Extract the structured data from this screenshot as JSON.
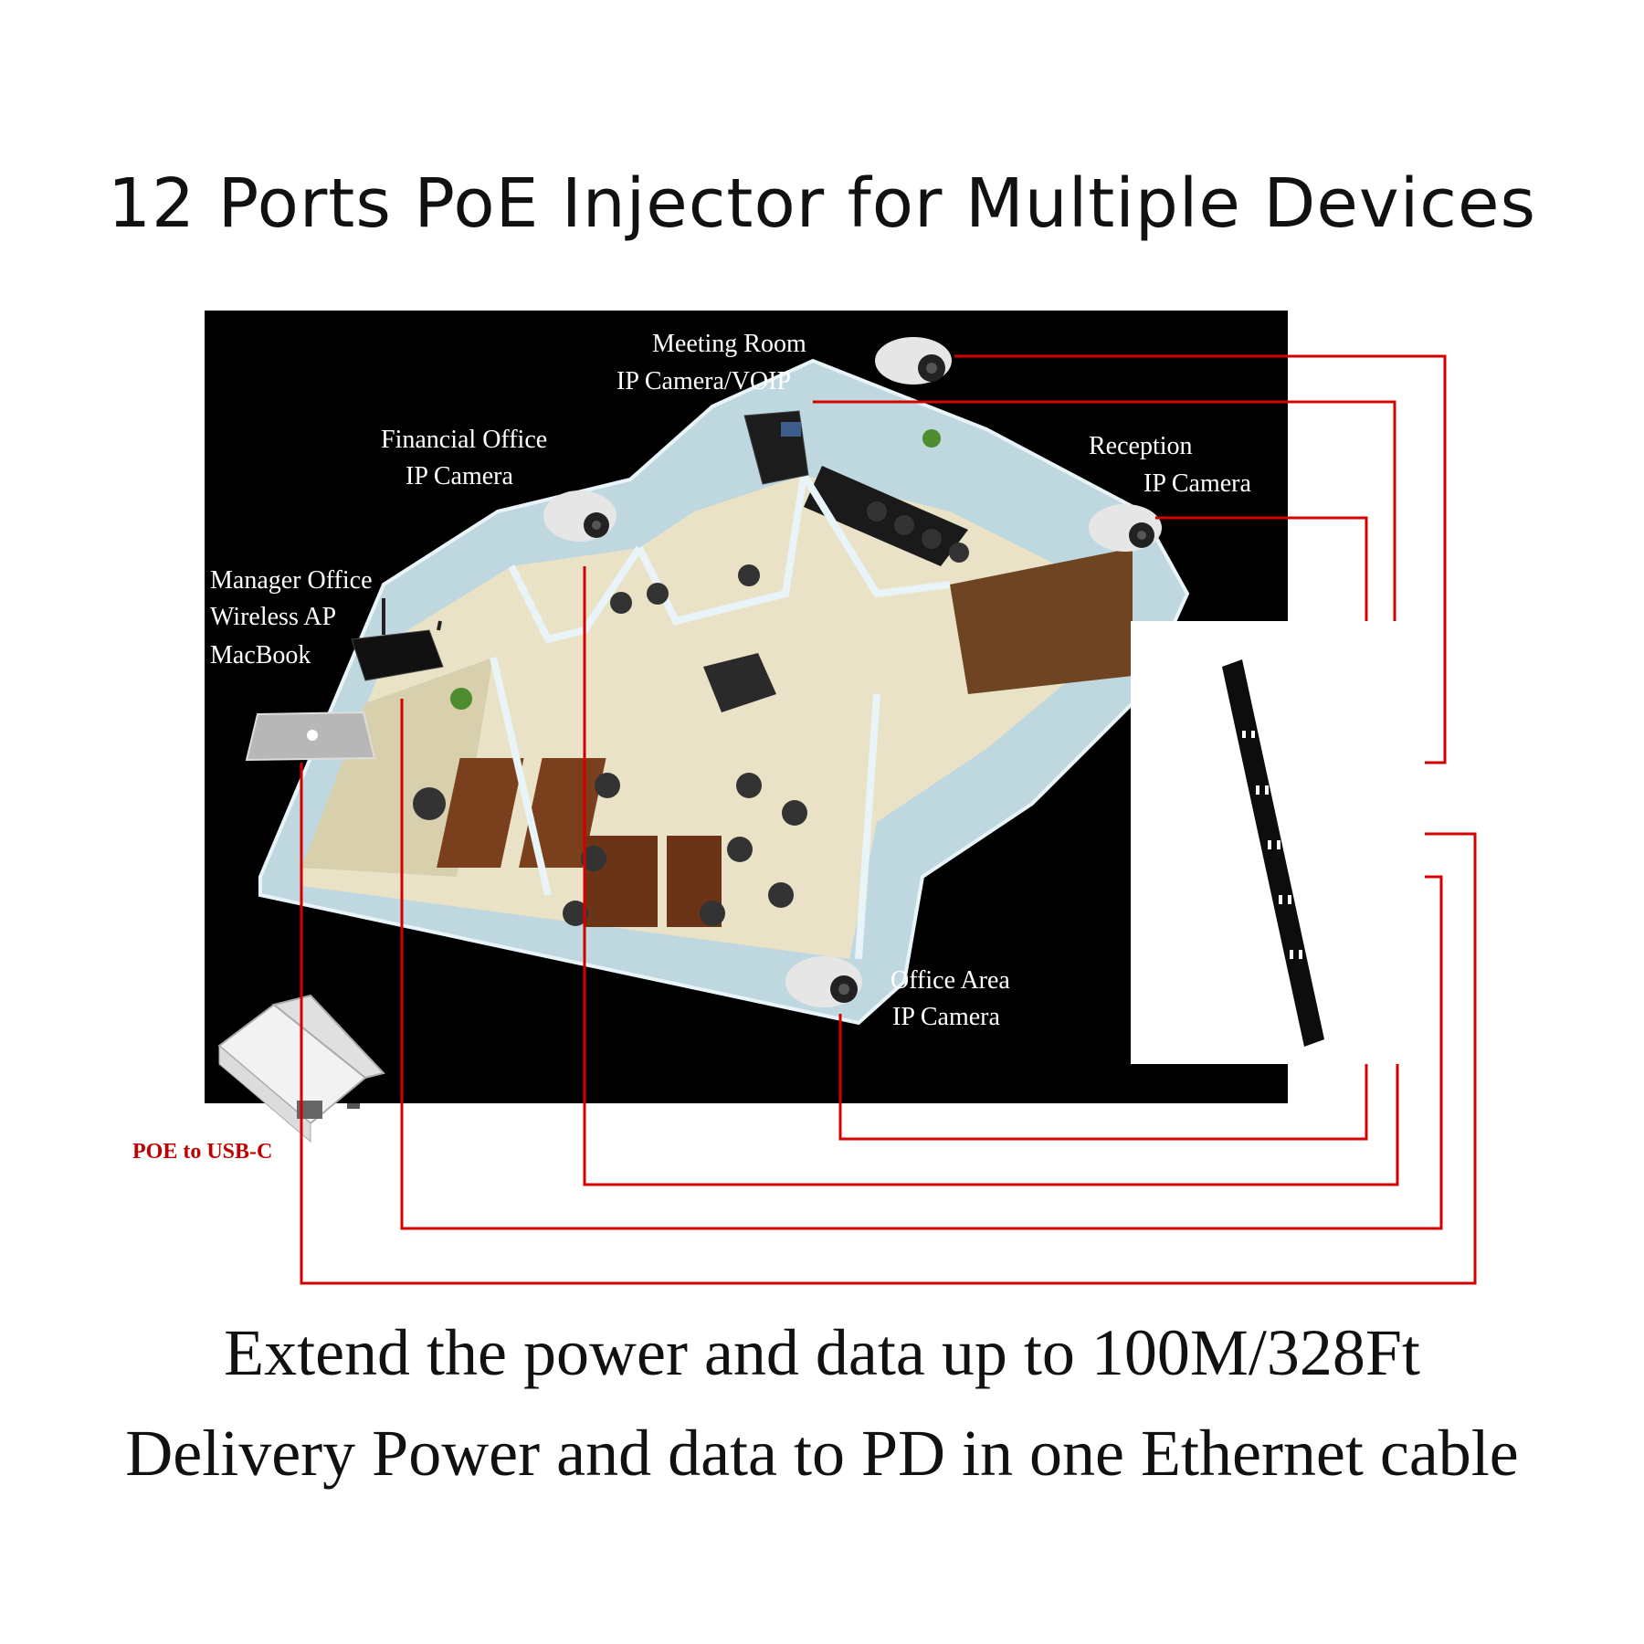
{
  "title": "12 Ports PoE Injector for Multiple Devices",
  "labels": {
    "meeting_room_line1": "Meeting Room",
    "meeting_room_line2": "IP Camera/VOIP",
    "financial_line1": "Financial Office",
    "financial_line2": "IP Camera",
    "reception_line1": "Reception",
    "reception_line2": "IP Camera",
    "manager_line1": "Manager Office",
    "manager_line2": "Wireless AP",
    "manager_line3": "MacBook",
    "office_area_line1": "Office Area",
    "office_area_line2": "IP Camera",
    "poe_usbc": "POE to USB-C"
  },
  "captions": {
    "line1": "Extend the power and data up to 100M/328Ft",
    "line2": "Delivery Power and data to PD in one Ethernet cable"
  },
  "colors": {
    "cable": "#d40000",
    "background_panel": "#000000",
    "floor": "#e9e2c6",
    "walls": "#cfe3ea"
  }
}
